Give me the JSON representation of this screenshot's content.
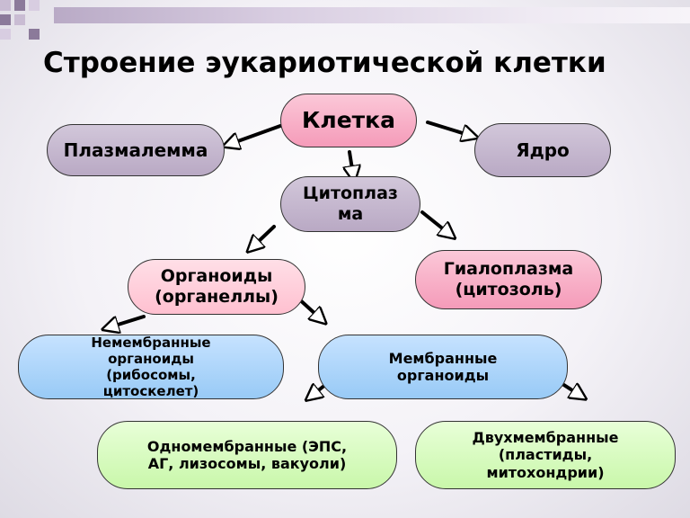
{
  "title": "Строение эукариотической клетки",
  "nodes": {
    "cell": "Клетка",
    "plasmalemma": "Плазмалемма",
    "nucleus": "Ядро",
    "cytoplasm": "Цитоплазма",
    "organoids": "Органоиды (органеллы)",
    "hyaloplasm": "Гиалоплазма (цитозоль)",
    "nonmembrane": "Немембранные органоиды (рибосомы, цитоскелет)",
    "membrane": "Мембранные органоиды",
    "single_membrane": "Одномембранные (ЭПС, АГ, лизосомы, вакуоли)",
    "double_membrane": "Двухмембранные (пластиды, митохондрии)"
  },
  "colors": {
    "cell": "#f59bb9",
    "plasmalemma": "#b9a9c4",
    "nucleus": "#b9a9c4",
    "cytoplasm": "#b9a9c4",
    "organoids": "#f59bb9",
    "hyaloplasm": "#f59bb9",
    "nonmembrane": "#98caf6",
    "membrane": "#98caf6",
    "single_membrane": "#c9f7aa",
    "double_membrane": "#c9f7aa"
  },
  "edges": [
    [
      "cell",
      "plasmalemma"
    ],
    [
      "cell",
      "nucleus"
    ],
    [
      "cell",
      "cytoplasm"
    ],
    [
      "cytoplasm",
      "organoids"
    ],
    [
      "cytoplasm",
      "hyaloplasm"
    ],
    [
      "organoids",
      "nonmembrane"
    ],
    [
      "organoids",
      "membrane"
    ],
    [
      "membrane",
      "single_membrane"
    ],
    [
      "membrane",
      "double_membrane"
    ]
  ]
}
